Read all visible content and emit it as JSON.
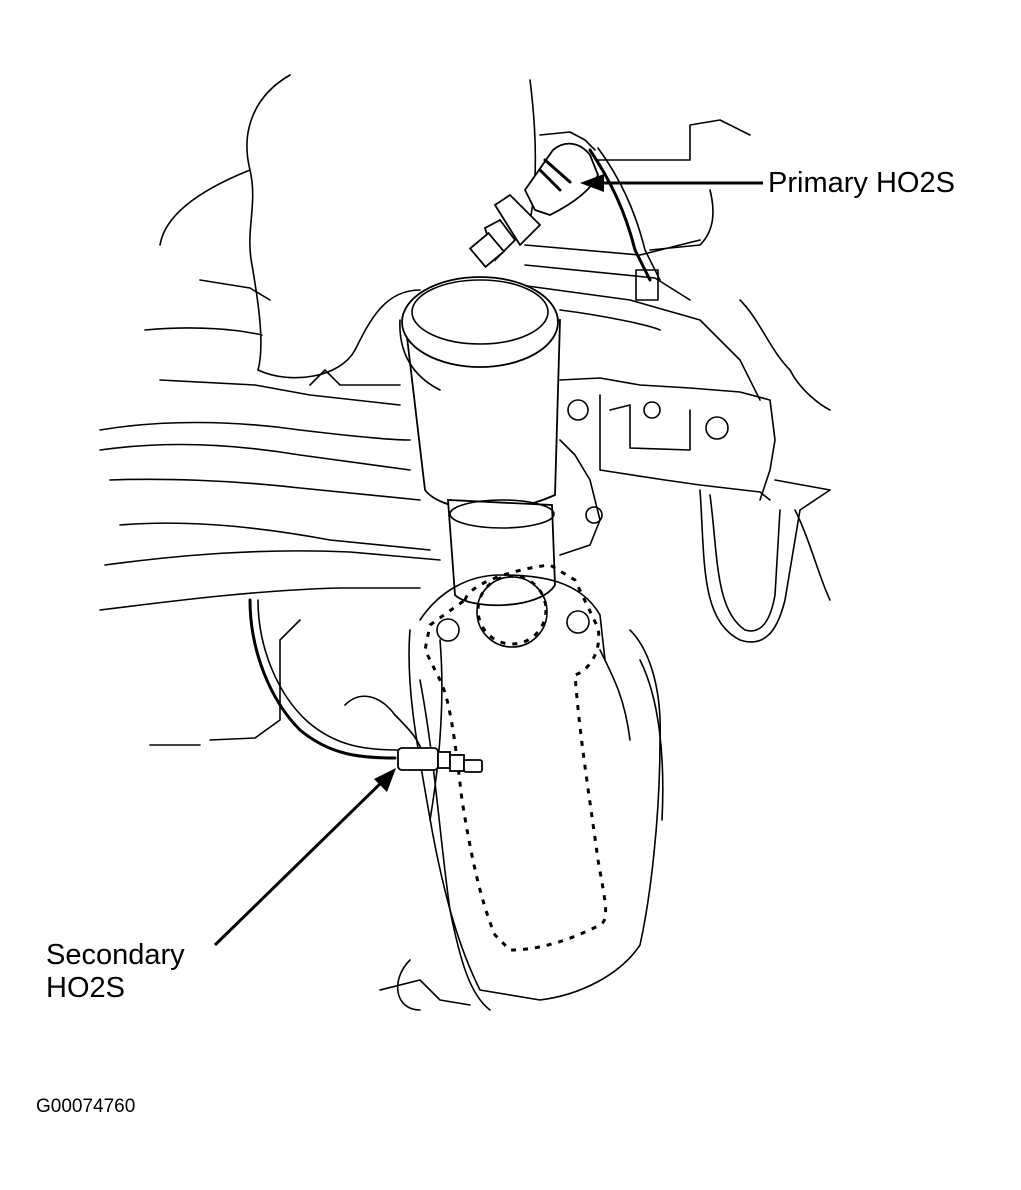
{
  "labels": {
    "primary": "Primary HO2S",
    "secondary_line1": "Secondary",
    "secondary_line2": "HO2S"
  },
  "figure_id": "G00074760",
  "colors": {
    "line": "#000000",
    "background": "#ffffff"
  }
}
